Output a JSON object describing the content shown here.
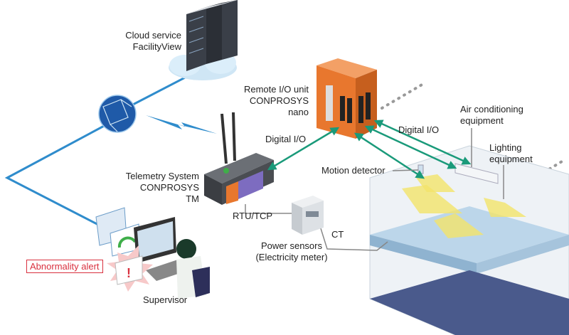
{
  "labels": {
    "cloud": [
      "Cloud service",
      "FacilityView"
    ],
    "remote_io": [
      "Remote I/O unit",
      "CONPROSYS",
      "nano"
    ],
    "telemetry": [
      "Telemetry System",
      "CONPROSYS",
      "TM"
    ],
    "digital_io_left": "Digital I/O",
    "digital_io_right": "Digital I/O",
    "motion_detector": "Motion detector",
    "air_conditioning": [
      "Air conditioning",
      "equipment"
    ],
    "lighting": [
      "Lighting",
      "equipment"
    ],
    "rtu_tcp": "RTU/TCP",
    "ct": "CT",
    "power_sensors": [
      "Power sensors",
      "(Electricity meter)"
    ],
    "abnormality_alert": "Abnormality alert",
    "supervisor": "Supervisor"
  },
  "colors": {
    "network_line": "#2f8ccc",
    "io_arrow": "#1a9a7a",
    "wire": "#888888",
    "remote_io": "#e8772e",
    "alert": "#d9303e",
    "room_floor": "#bcd6ea",
    "light_beam": "#f3e46a"
  }
}
